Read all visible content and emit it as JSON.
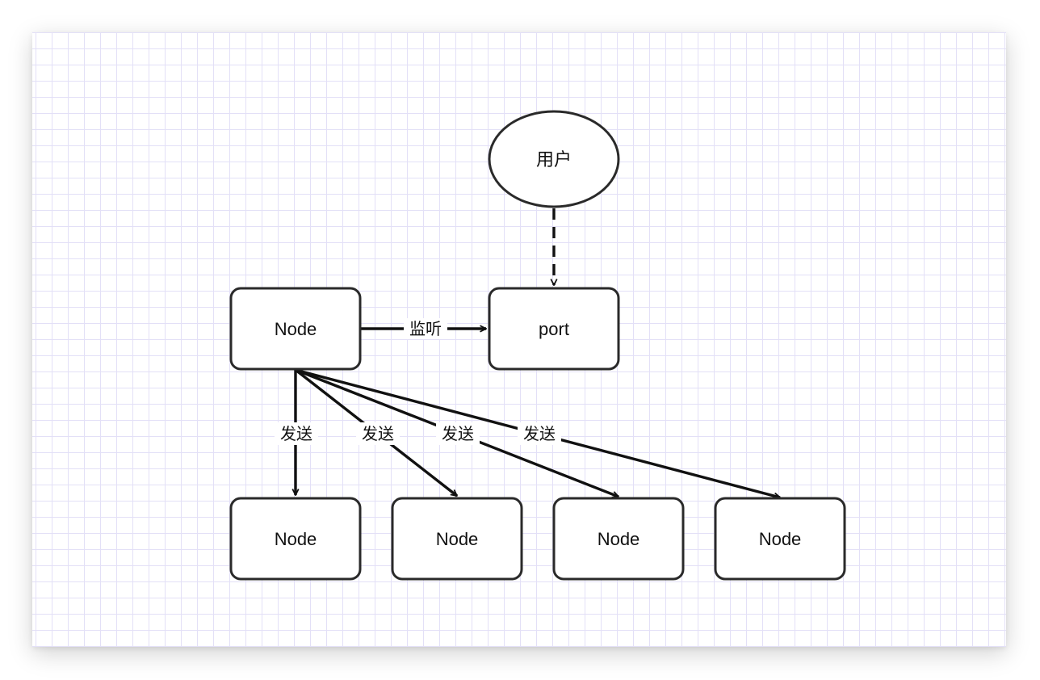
{
  "nodes": {
    "user": {
      "label": "用户"
    },
    "port": {
      "label": "port"
    },
    "source": {
      "label": "Node"
    },
    "target_1": {
      "label": "Node"
    },
    "target_2": {
      "label": "Node"
    },
    "target_3": {
      "label": "Node"
    },
    "target_4": {
      "label": "Node"
    }
  },
  "edges": {
    "user_to_port": {
      "style": "dashed"
    },
    "listen": {
      "label": "监听"
    },
    "send_1": {
      "label": "发送"
    },
    "send_2": {
      "label": "发送"
    },
    "send_3": {
      "label": "发送"
    },
    "send_4": {
      "label": "发送"
    }
  },
  "colors": {
    "grid": "#e3e0f7",
    "stroke": "#111111",
    "node_fill": "#ffffff"
  }
}
